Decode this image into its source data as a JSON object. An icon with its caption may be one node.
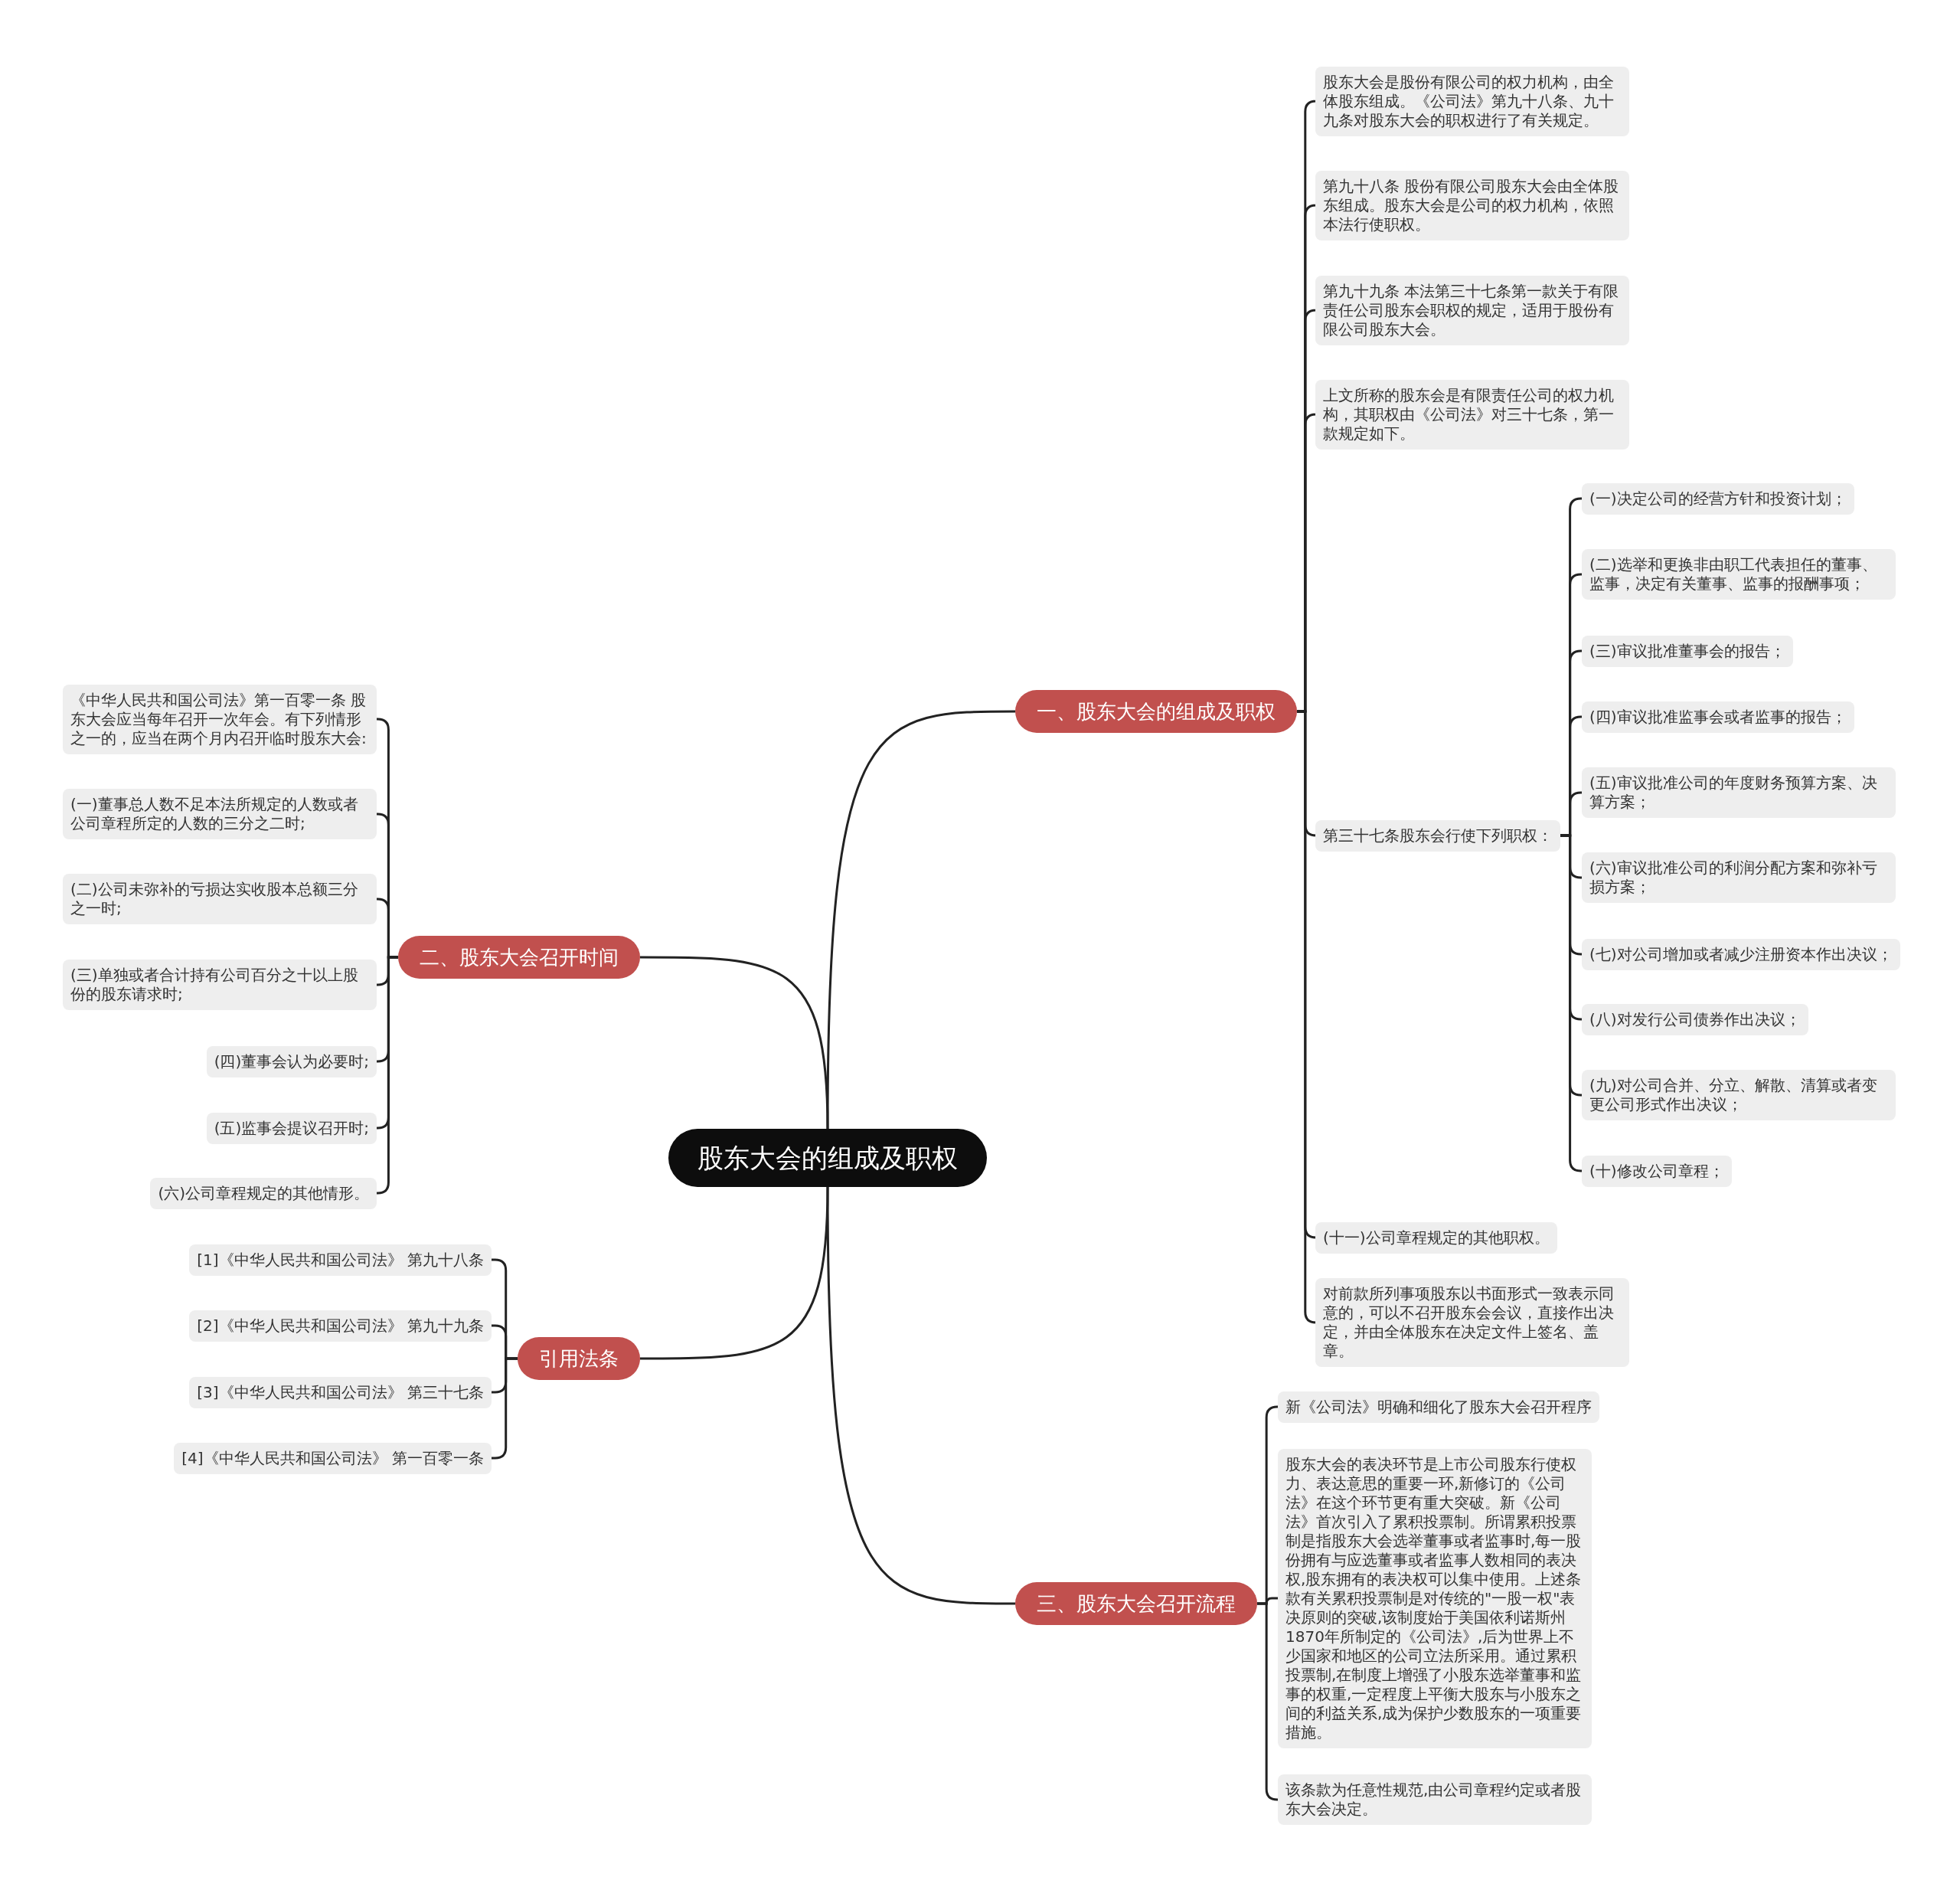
{
  "diagram": {
    "nodes": [
      {
        "text": [
          "股东大会的组成及职权"
        ]
      },
      {
        "text": [
          "一、股东大会的组成及职权"
        ]
      },
      {
        "text": [
          "股东大会是股份有限公司的权力机构，由全体股东组成。《公司法》第九十八条、九十九条对股东大会的职权进行了有关规定。"
        ]
      },
      {
        "text": [
          "第九十八条 股份有限公司股东大会由全体股东组成。股东大会是公司的权力机构，依照本法行使职权。"
        ]
      },
      {
        "text": [
          "第九十九条 本法第三十七条第一款关于有限责任公司股东会职权的规定，适用于股份有限公司股东大会。"
        ]
      },
      {
        "text": [
          "上文所称的股东会是有限责任公司的权力机构，其职权由《公司法》对三十七条，第一款规定如下。"
        ]
      },
      {
        "text": [
          "第三十七条股东会行使下列职权："
        ]
      },
      {
        "text": [
          "(一)决定公司的经营方针和投资计划；"
        ]
      },
      {
        "text": [
          "(二)选举和更换非由职工代表担任的董事、监事，决定有关董事、监事的报酬事项；"
        ]
      },
      {
        "text": [
          "(三)审议批准董事会的报告；"
        ]
      },
      {
        "text": [
          "(四)审议批准监事会或者监事的报告；"
        ]
      },
      {
        "text": [
          "(五)审议批准公司的年度财务预算方案、决算方案；"
        ]
      },
      {
        "text": [
          "(六)审议批准公司的利润分配方案和弥补亏损方案；"
        ]
      },
      {
        "text": [
          "(七)对公司增加或者减少注册资本作出决议；"
        ]
      },
      {
        "text": [
          "(八)对发行公司债券作出决议；"
        ]
      },
      {
        "text": [
          "(九)对公司合并、分立、解散、清算或者变更公司形式作出决议；"
        ]
      },
      {
        "text": [
          "(十)修改公司章程；"
        ]
      },
      {
        "text": [
          "(十一)公司章程规定的其他职权。"
        ]
      },
      {
        "text": [
          "对前款所列事项股东以书面形式一致表示同意的，可以不召开股东会会议，直接作出决定，并由全体股东在决定文件上签名、盖章。"
        ]
      },
      {
        "text": [
          "二、股东大会召开时间"
        ]
      },
      {
        "text": [
          "《中华人民共和国公司法》第一百零一条 股东大会应当每年召开一次年会。有下列情形之一的，应当在两个月内召开临时股东大会:"
        ]
      },
      {
        "text": [
          "(一)董事总人数不足本法所规定的人数或者公司章程所定的人数的三分之二时;"
        ]
      },
      {
        "text": [
          "(二)公司未弥补的亏损达实收股本总额三分之一时;"
        ]
      },
      {
        "text": [
          "(三)单独或者合计持有公司百分之十以上股份的股东请求时;"
        ]
      },
      {
        "text": [
          "(四)董事会认为必要时;"
        ]
      },
      {
        "text": [
          "(五)监事会提议召开时;"
        ]
      },
      {
        "text": [
          "(六)公司章程规定的其他情形。"
        ]
      },
      {
        "text": [
          "引用法条"
        ]
      },
      {
        "text": [
          "[1]《中华人民共和国公司法》 第九十八条"
        ]
      },
      {
        "text": [
          "[2]《中华人民共和国公司法》 第九十九条"
        ]
      },
      {
        "text": [
          "[3]《中华人民共和国公司法》 第三十七条"
        ]
      },
      {
        "text": [
          "[4]《中华人民共和国公司法》 第一百零一条"
        ]
      },
      {
        "text": [
          "三、股东大会召开流程"
        ]
      },
      {
        "text": [
          "新《公司法》明确和细化了股东大会召开程序"
        ]
      },
      {
        "text": [
          "股东大会的表决环节是上市公司股东行使权力、表达意思的重要一环,新修订的《公司法》在这个环节更有重大突破。新《公司法》首次引入了累积投票制。所谓累积投票制是指股东大会选举董事或者监事时,每一股份拥有与应选董事或者监事人数相同的表决权,股东拥有的表决权可以集中使用。上述条款有关累积投票制是对传统的\"一股一权\"表决原则的突破,该制度始于美国依利诺斯州1870年所制定的《公司法》,后为世界上不少国家和地区的公司立法所采用。通过累积投票制,在制度上增强了小股东选举董事和监事的权重,一定程度上平衡大股东与小股东之间的利益关系,成为保护少数股东的一项重要措施。"
        ]
      },
      {
        "text": [
          "该条款为任意性规范,由公司章程约定或者股东大会决定。"
        ]
      }
    ],
    "edges": [
      {
        "from": 0,
        "to": 1,
        "arrow": "none"
      },
      {
        "from": 1,
        "to": 2,
        "arrow": "none"
      },
      {
        "from": 1,
        "to": 3,
        "arrow": "none"
      },
      {
        "from": 1,
        "to": 4,
        "arrow": "none"
      },
      {
        "from": 1,
        "to": 5,
        "arrow": "none"
      },
      {
        "from": 1,
        "to": 6,
        "arrow": "none"
      },
      {
        "from": 6,
        "to": 7,
        "arrow": "none"
      },
      {
        "from": 6,
        "to": 8,
        "arrow": "none"
      },
      {
        "from": 6,
        "to": 9,
        "arrow": "none"
      },
      {
        "from": 6,
        "to": 10,
        "arrow": "none"
      },
      {
        "from": 6,
        "to": 11,
        "arrow": "none"
      },
      {
        "from": 6,
        "to": 12,
        "arrow": "none"
      },
      {
        "from": 6,
        "to": 13,
        "arrow": "none"
      },
      {
        "from": 6,
        "to": 14,
        "arrow": "none"
      },
      {
        "from": 6,
        "to": 15,
        "arrow": "none"
      },
      {
        "from": 6,
        "to": 16,
        "arrow": "none"
      },
      {
        "from": 1,
        "to": 17,
        "arrow": "none"
      },
      {
        "from": 1,
        "to": 18,
        "arrow": "none"
      },
      {
        "from": 0,
        "to": 19,
        "arrow": "none"
      },
      {
        "from": 19,
        "to": 20,
        "arrow": "none"
      },
      {
        "from": 19,
        "to": 21,
        "arrow": "none"
      },
      {
        "from": 19,
        "to": 22,
        "arrow": "none"
      },
      {
        "from": 19,
        "to": 23,
        "arrow": "none"
      },
      {
        "from": 19,
        "to": 24,
        "arrow": "none"
      },
      {
        "from": 19,
        "to": 25,
        "arrow": "none"
      },
      {
        "from": 19,
        "to": 26,
        "arrow": "none"
      },
      {
        "from": 0,
        "to": 27,
        "arrow": "none"
      },
      {
        "from": 27,
        "to": 28,
        "arrow": "none"
      },
      {
        "from": 27,
        "to": 29,
        "arrow": "none"
      },
      {
        "from": 27,
        "to": 30,
        "arrow": "none"
      },
      {
        "from": 27,
        "to": 31,
        "arrow": "none"
      },
      {
        "from": 0,
        "to": 32,
        "arrow": "none"
      },
      {
        "from": 32,
        "to": 33,
        "arrow": "none"
      },
      {
        "from": 32,
        "to": 34,
        "arrow": "none"
      },
      {
        "from": 32,
        "to": 35,
        "arrow": "none"
      }
    ]
  }
}
